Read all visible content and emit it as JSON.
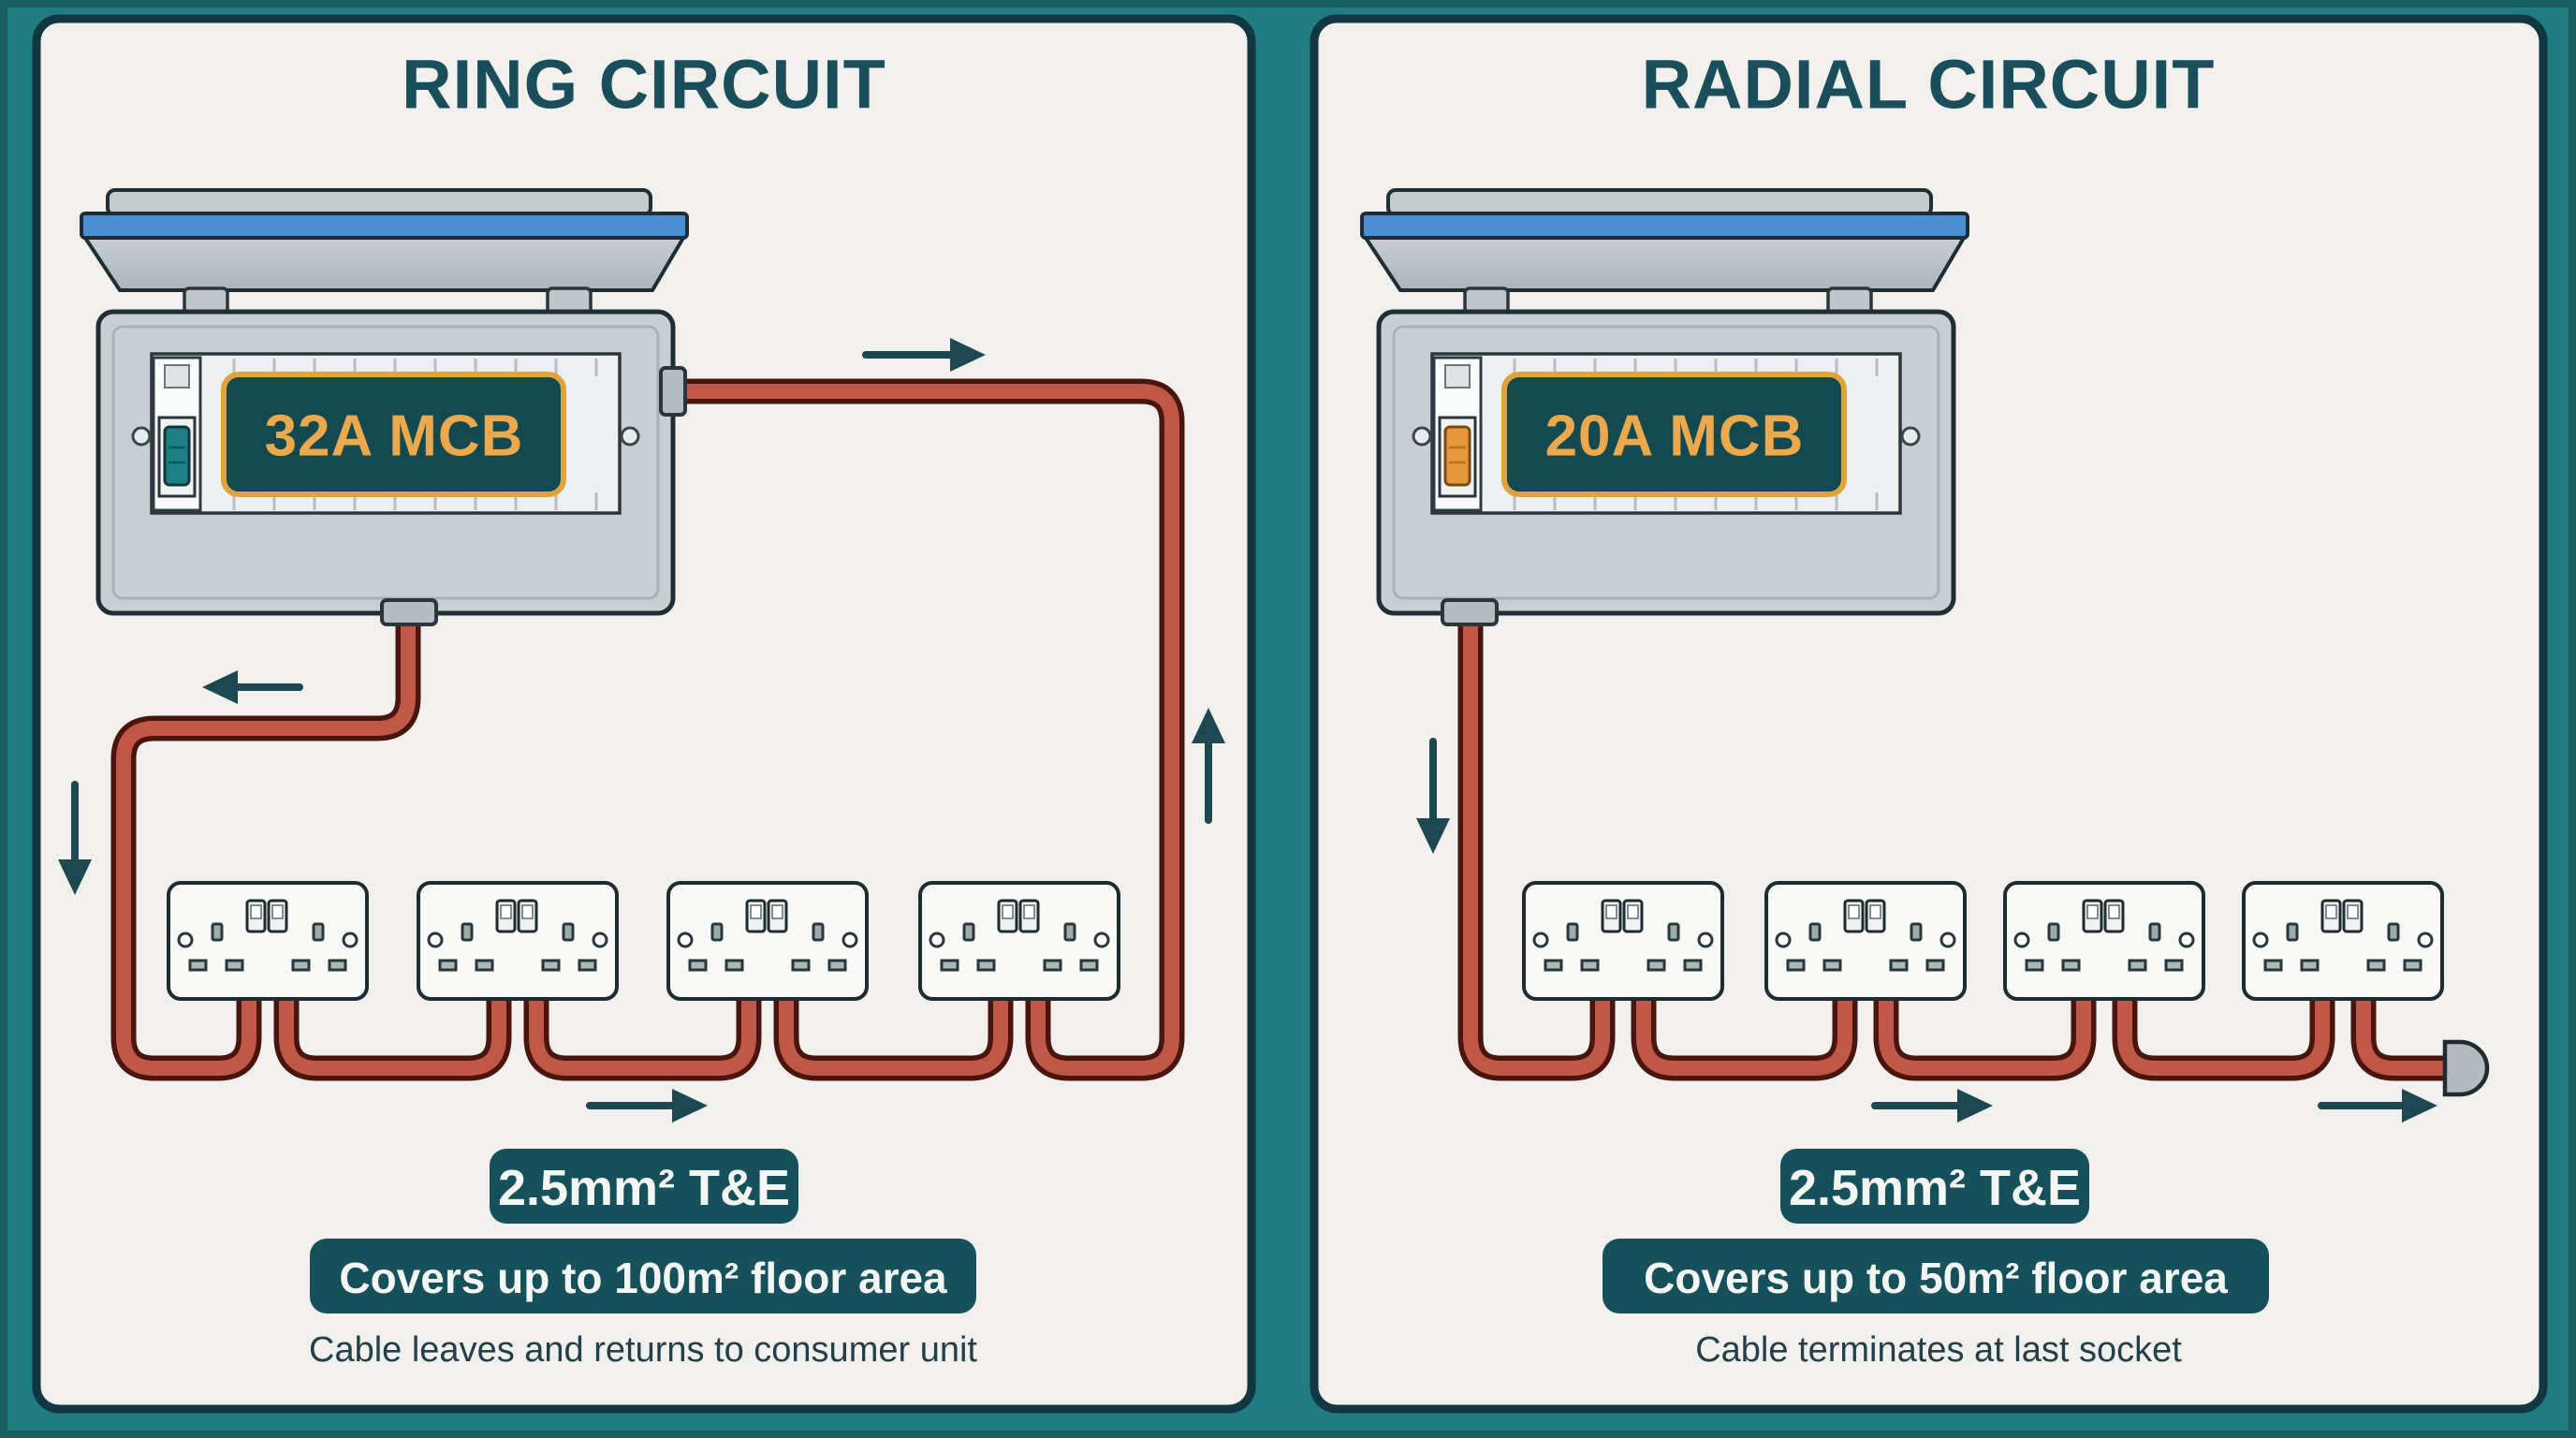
{
  "left_panel": {
    "title": "RING CIRCUIT",
    "mcb_label": "32A MCB",
    "cable_label": "2.5mm² T&E",
    "coverage_label": "Covers up to 100m² floor area",
    "caption": "Cable leaves and returns to consumer unit",
    "socket_count": 4
  },
  "right_panel": {
    "title": "RADIAL CIRCUIT",
    "mcb_label": "20A MCB",
    "cable_label": "2.5mm² T&E",
    "coverage_label": "Covers up to 50m² floor area",
    "caption": "Cable terminates at last socket",
    "socket_count": 4
  },
  "colors": {
    "background_teal": "#217c81",
    "panel_bg": "#f1f0ec",
    "panel_border": "#113842",
    "cable_red": "#bf5847",
    "cable_outline": "#4a150e",
    "mcb_box_bg": "#154950",
    "mcb_box_border": "#e2a23b",
    "mcb_text": "#eaa94d",
    "lid_blue": "#4a8fd3",
    "breaker_teal": "#1e8084",
    "breaker_orange": "#e6973c",
    "arrow": "#1d4852",
    "pill_bg": "#15505b"
  }
}
